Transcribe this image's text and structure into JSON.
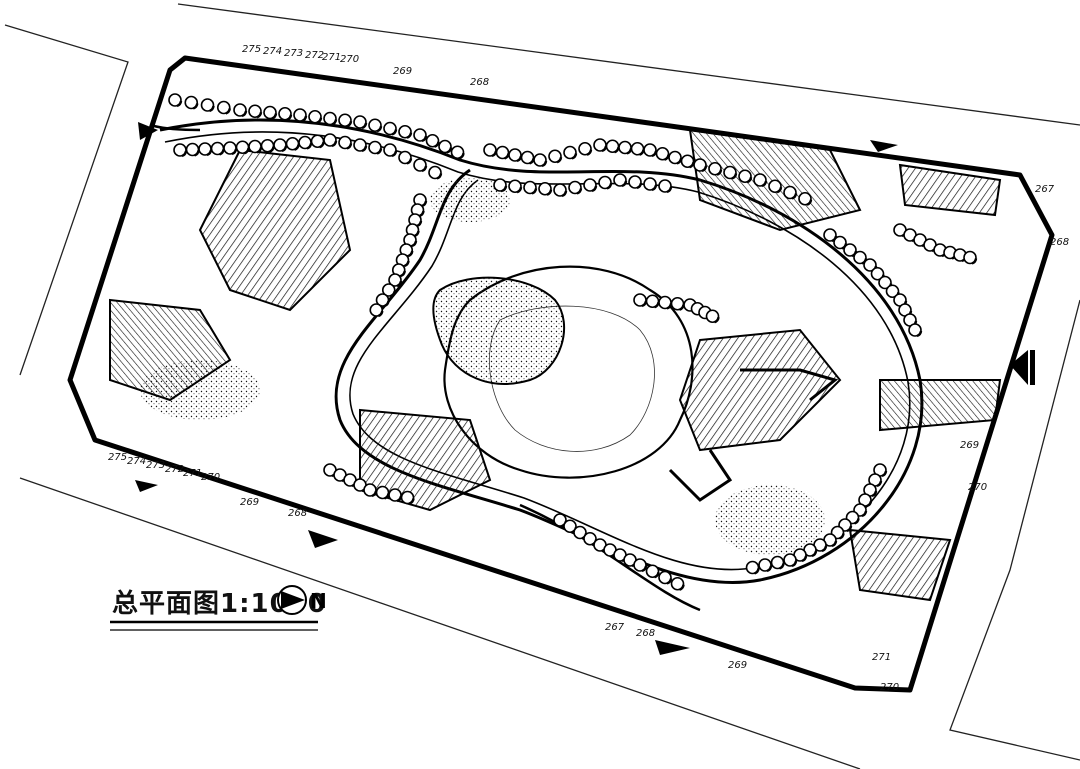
{
  "drawing": {
    "title": "总平面图1:1000",
    "north_mark": "N",
    "colors": {
      "ink": "#111111",
      "paper": "#ffffff"
    }
  },
  "contour_labels": {
    "top_left": [
      "275",
      "274",
      "273",
      "272",
      "271",
      "270"
    ],
    "top_mid_a": "269",
    "top_mid_b": "268",
    "right_top_a": "267",
    "right_top_b": "268",
    "right_mid_a": "269",
    "right_mid_b": "270",
    "bottom_left": [
      "275",
      "274",
      "273",
      "272",
      "271",
      "270"
    ],
    "bottom_left_b": "269",
    "bottom_left_c": "268",
    "bottom_mid_a": "267",
    "bottom_mid_b": "268",
    "bottom_mid_c": "269",
    "bottom_right_a": "271",
    "bottom_right_b": "270"
  }
}
